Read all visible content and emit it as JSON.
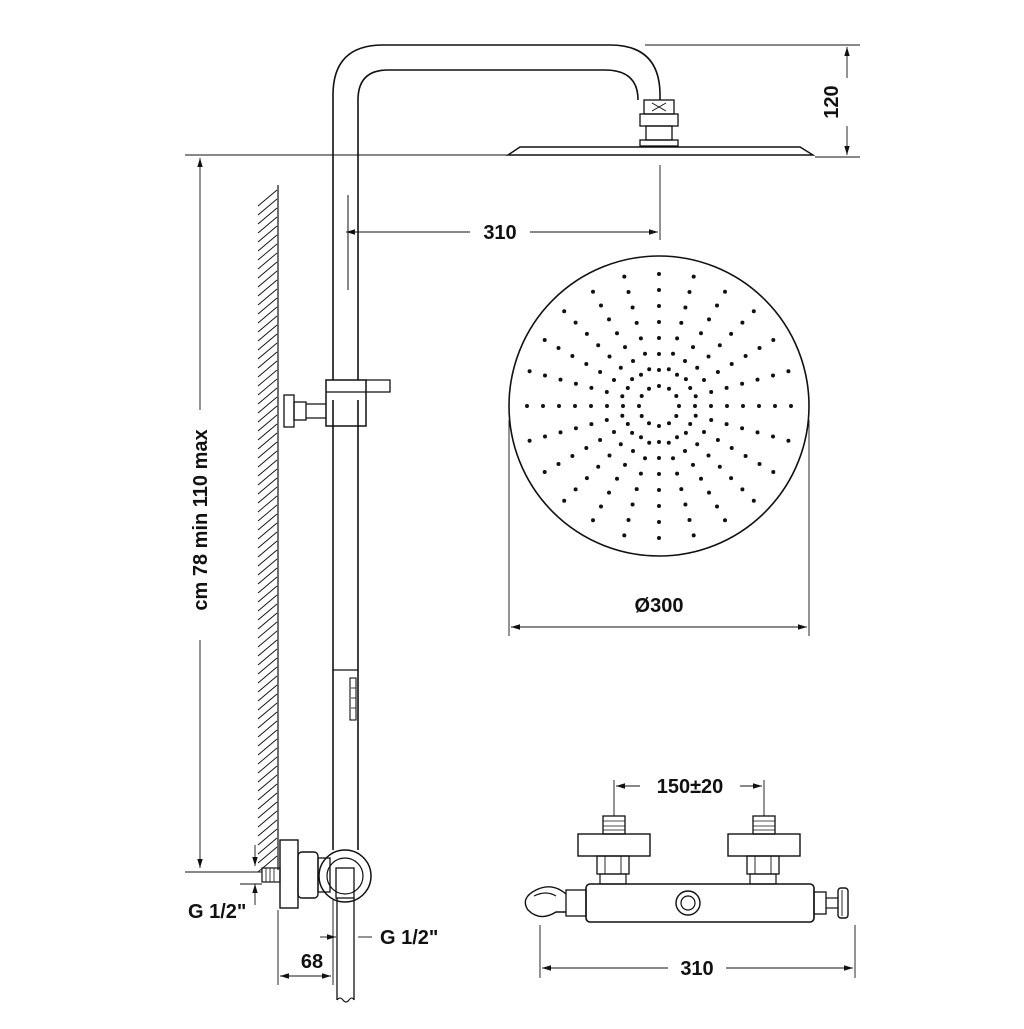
{
  "dimensions": {
    "height_range": "cm 78 min  110 max",
    "arm_length": "310",
    "head_drop": "120",
    "head_diameter": "Ø300",
    "inlet_left": "G 1/2\"",
    "inlet_right": "G 1/2\"",
    "wall_offset": "68",
    "mixer_centers": "150±20",
    "mixer_length": "310"
  },
  "colors": {
    "line": "#111111",
    "background": "#ffffff"
  }
}
